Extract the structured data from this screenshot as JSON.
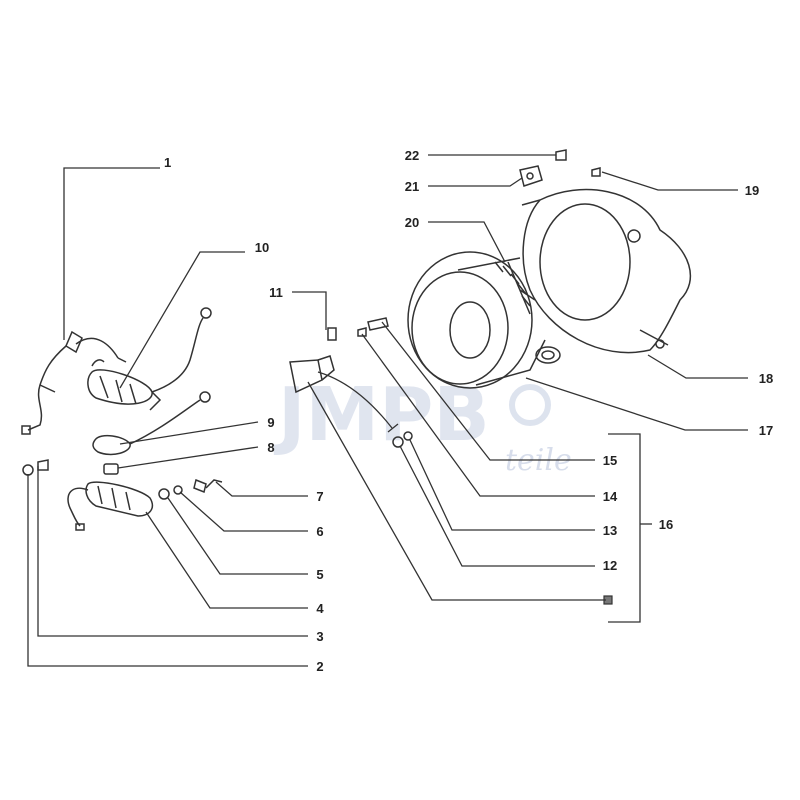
{
  "watermark": {
    "brand": "JMPB",
    "sub": "teile"
  },
  "callouts": [
    {
      "id": "c1",
      "label": "1"
    },
    {
      "id": "c2",
      "label": "2"
    },
    {
      "id": "c3",
      "label": "3"
    },
    {
      "id": "c4",
      "label": "4"
    },
    {
      "id": "c5",
      "label": "5"
    },
    {
      "id": "c6",
      "label": "6"
    },
    {
      "id": "c7",
      "label": "7"
    },
    {
      "id": "c8",
      "label": "8"
    },
    {
      "id": "c9",
      "label": "9"
    },
    {
      "id": "c10",
      "label": "10"
    },
    {
      "id": "c11",
      "label": "11"
    },
    {
      "id": "c12",
      "label": "12"
    },
    {
      "id": "c13",
      "label": "13"
    },
    {
      "id": "c14",
      "label": "14"
    },
    {
      "id": "c15",
      "label": "15"
    },
    {
      "id": "c16",
      "label": "16"
    },
    {
      "id": "c17",
      "label": "17"
    },
    {
      "id": "c18",
      "label": "18"
    },
    {
      "id": "c19",
      "label": "19"
    },
    {
      "id": "c20",
      "label": "20"
    },
    {
      "id": "c21",
      "label": "21"
    },
    {
      "id": "c22",
      "label": "22"
    }
  ]
}
